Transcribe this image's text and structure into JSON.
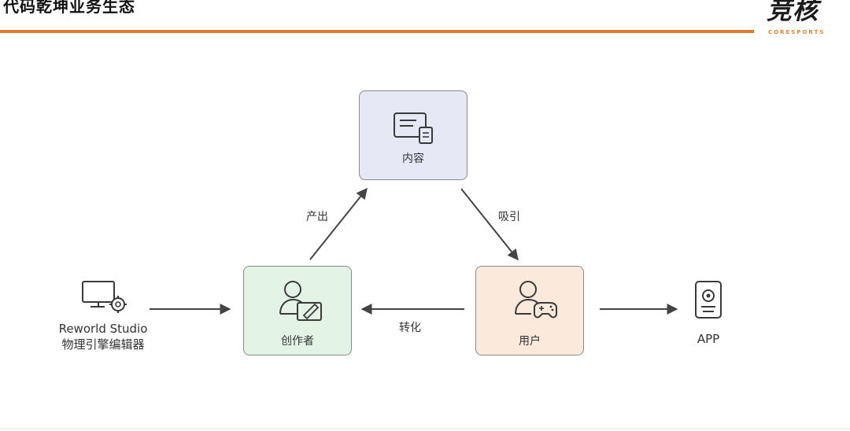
{
  "header": {
    "title": "代码乾坤业务生态",
    "accent_color": "#e07b2c",
    "logo_text": "竞核",
    "logo_sub": "CORESPORTS"
  },
  "diagram": {
    "nodes": {
      "content": {
        "label": "内容",
        "icon": "content-display-icon",
        "fill": "#e7e8f6"
      },
      "creator": {
        "label": "创作者",
        "icon": "creator-edit-icon",
        "fill": "#e3f4e7"
      },
      "user": {
        "label": "用户",
        "icon": "user-gamepad-icon",
        "fill": "#fbe9dc"
      }
    },
    "edges": {
      "produce": "产出",
      "attract": "吸引",
      "convert": "转化"
    },
    "left": {
      "name": "Reworld Studio",
      "subtitle": "物理引擎编辑器",
      "icon": "monitor-gear-icon"
    },
    "right": {
      "name": "APP",
      "icon": "mobile-app-icon"
    },
    "arrow_color": "#444444"
  }
}
